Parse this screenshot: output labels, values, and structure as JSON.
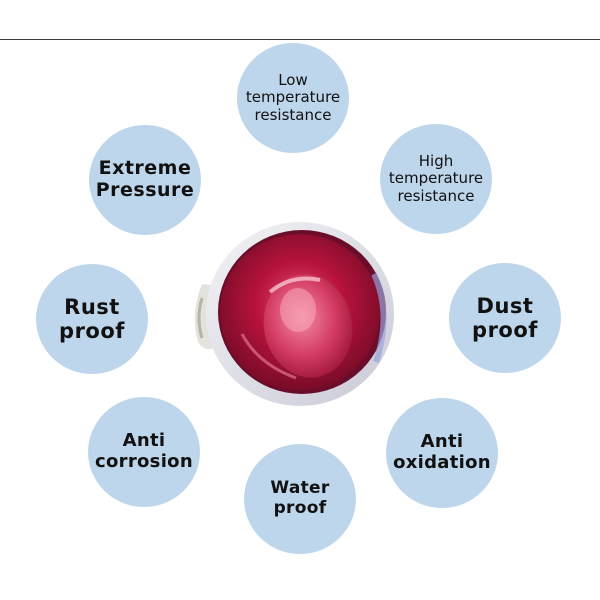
{
  "colors": {
    "circle_fill": "#bed6ec",
    "rule": "#3c3c3c",
    "grease": "#b0123a"
  },
  "features": {
    "low_temp": "Low\ntemperature\nresistance",
    "high_temp": "High\ntemperature\nresistance",
    "extreme_pressure": "Extreme\nPressure",
    "rust_proof": "Rust\nproof",
    "dust_proof": "Dust\nproof",
    "anti_corrosion": "Anti\ncorrosion",
    "anti_oxidation": "Anti\noxidation",
    "water_proof": "Water\nproof"
  },
  "product": {
    "image": "red-grease-cup"
  }
}
